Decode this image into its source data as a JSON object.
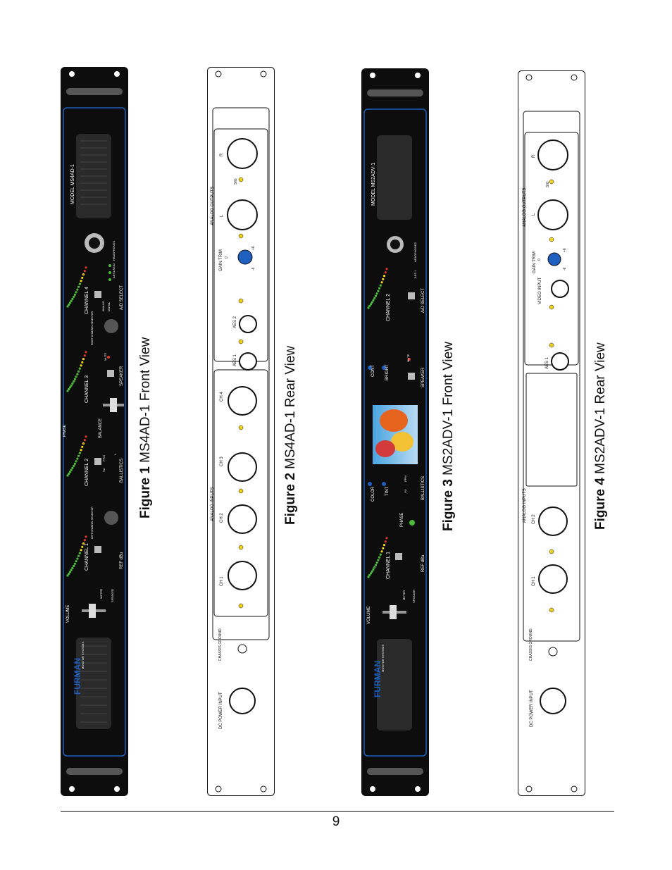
{
  "page_number": "9",
  "figures": [
    {
      "bold": "Figure 1",
      "text": "MS4AD-1 Front View"
    },
    {
      "bold": "Figure 2",
      "text": "MS4AD-1 Rear  View"
    },
    {
      "bold": "Figure 3",
      "text": "MS2ADV-1 Front View"
    },
    {
      "bold": "Figure 4",
      "text": "MS2ADV-1 Rear  View"
    }
  ],
  "ms4ad_front": {
    "model": "MODEL  MS4AD-1",
    "brand": "FURMAN",
    "brand_sub": "MONITOR SYSTEMS",
    "headphones": "HEADPHONES",
    "ad_select": "A/D SELECT",
    "channel_4": "CHANNEL 4",
    "channel_3": "CHANNEL 3",
    "channel_2": "CHANNEL 2",
    "channel_1": "CHANNEL 1",
    "speaker": "SPEAKER",
    "mute": "MUTE",
    "balance": "BALANCE",
    "phase": "PHASE",
    "ballistics": "BALLISTICS",
    "vu": "VU",
    "ppm": "PPM",
    "ref_dbu": "REF dBu",
    "volume": "VOLUME",
    "meter": "METER",
    "speaker_small": "SPEAKER",
    "left_selector": "LEFT CHANNEL SELECTOR",
    "right_selector": "RIGHT CHANNEL SELECTOR",
    "analog": "ANALOG",
    "digital": "DIGITAL",
    "aes": "AES1 AES2",
    "bal_l": "L",
    "bal_r": "R"
  },
  "ms4ad_rear": {
    "analog_outputs": "ANALOG OUTPUTS",
    "analog_inputs": "ANALOG INPUTS",
    "gain_trim": "GAIN TRIM",
    "aes1": "AES 1",
    "aes2": "AES 2",
    "sig": "SIG",
    "out_r": "R",
    "out_l": "L",
    "ch1": "CH 1",
    "ch2": "CH 2",
    "ch3": "CH 3",
    "ch4": "CH 4",
    "chassis_ground": "CHASSIS GROUND",
    "dc_power_input": "DC POWER INPUT",
    "trim_zero": "0",
    "trim_plus": "+6",
    "trim_minus": "-6"
  },
  "ms2adv_front": {
    "model": "MODEL  MS2ADV-1",
    "brand": "FURMAN",
    "brand_sub": "MONITOR SYSTEMS",
    "headphones": "HEADPHONES",
    "ad_select": "A/D SELECT",
    "channel_2": "CHANNEL 2",
    "channel_1": "CHANNEL 1",
    "speaker": "SPEAKER",
    "mute": "MUTE",
    "cont": "CONT",
    "bright": "BRIGHT",
    "color": "COLOR",
    "tint": "TINT",
    "phase": "PHASE",
    "ballistics": "BALLISTICS",
    "vu": "VU",
    "ppm": "PPM",
    "ref_dbu": "REF dBu",
    "volume": "VOLUME",
    "meter": "METER",
    "speaker_small": "SPEAKER",
    "aes1": "AES 1"
  },
  "ms2adv_rear": {
    "analog_outputs": "ANALOG OUTPUTS",
    "analog_inputs": "ANALOG INPUTS",
    "gain_trim": "GAIN TRIM",
    "video_input": "VIDEO INPUT",
    "aes1": "AES 1",
    "sig": "SIG",
    "out_r": "R",
    "out_l": "L",
    "ch1": "CH 1",
    "ch2": "CH 2",
    "chassis_ground": "CHASSIS GROUND",
    "dc_power_input": "DC POWER INPUT",
    "trim_zero": "0",
    "trim_plus": "+6",
    "trim_minus": "-6"
  },
  "colors": {
    "panel_black": "#0d0d0d",
    "accent_blue": "#1f5fbf",
    "led_green": "#4cbb3a",
    "led_yellow": "#f3d21a",
    "led_red": "#e0362a",
    "rear_face": "#ffffff"
  }
}
